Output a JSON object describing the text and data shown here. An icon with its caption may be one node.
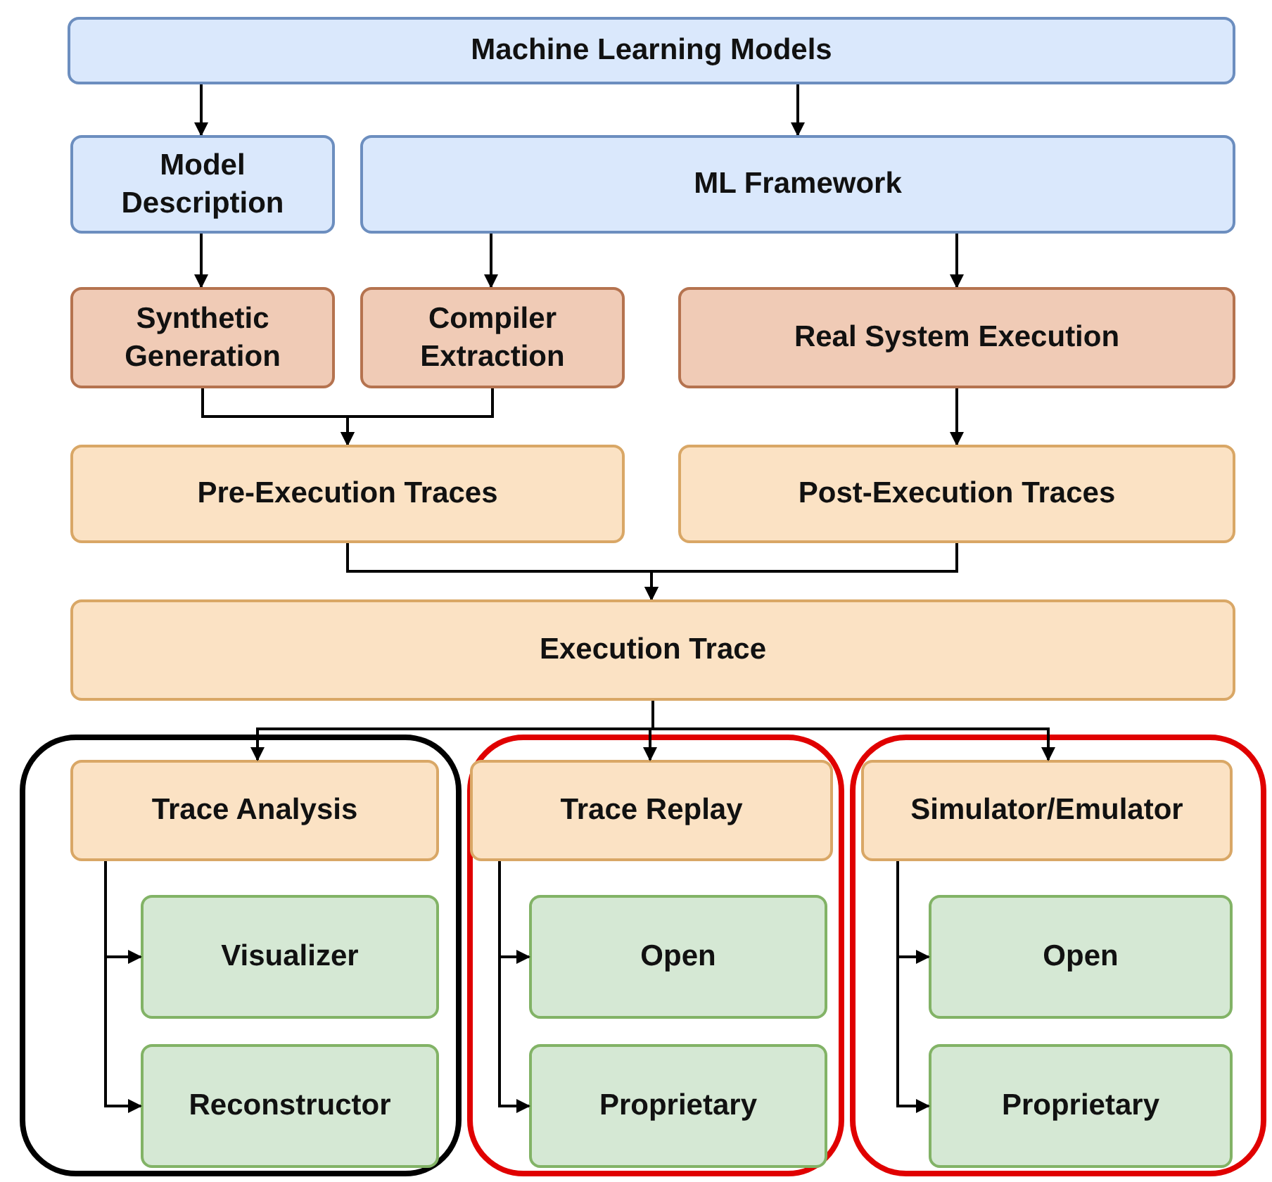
{
  "diagram": {
    "nodes": [
      {
        "text": [
          "Machine Learning Models"
        ]
      },
      {
        "text": [
          "Model Description"
        ]
      },
      {
        "text": [
          "ML Framework"
        ]
      },
      {
        "text": [
          "Synthetic Generation"
        ]
      },
      {
        "text": [
          "Compiler Extraction"
        ]
      },
      {
        "text": [
          "Real System Execution"
        ]
      },
      {
        "text": [
          "Pre-Execution Traces"
        ]
      },
      {
        "text": [
          "Post-Execution Traces"
        ]
      },
      {
        "text": [
          "Execution Trace"
        ]
      },
      {
        "text": [],
        "shape": "box"
      },
      {
        "text": [
          "Trace Analysis"
        ],
        "in": 9
      },
      {
        "text": [
          "Visualizer"
        ],
        "in": 9
      },
      {
        "text": [
          "Reconstructor"
        ],
        "in": 9
      },
      {
        "text": [],
        "shape": "box"
      },
      {
        "text": [
          "Trace Replay"
        ],
        "in": 13
      },
      {
        "text": [
          "Open"
        ],
        "in": 13
      },
      {
        "text": [
          "Proprietary"
        ],
        "in": 13
      },
      {
        "text": [],
        "shape": "box"
      },
      {
        "text": [
          "Simulator/Emulator"
        ],
        "in": 17
      },
      {
        "text": [
          "Open"
        ],
        "in": 17
      },
      {
        "text": [
          "Proprietary"
        ],
        "in": 17
      }
    ],
    "edges": [
      {
        "from": 0,
        "to": 1,
        "arrow": "to"
      },
      {
        "from": 0,
        "to": 2,
        "arrow": "to"
      },
      {
        "from": 1,
        "to": 3,
        "arrow": "to"
      },
      {
        "from": 2,
        "to": 4,
        "arrow": "to"
      },
      {
        "from": 2,
        "to": 5,
        "arrow": "to"
      },
      {
        "from": 3,
        "to": 6,
        "arrow": "to"
      },
      {
        "from": 4,
        "to": 6,
        "arrow": "to"
      },
      {
        "from": 5,
        "to": 7,
        "arrow": "to"
      },
      {
        "from": 6,
        "to": 8,
        "arrow": "to"
      },
      {
        "from": 7,
        "to": 8,
        "arrow": "to"
      },
      {
        "from": 8,
        "to": 10,
        "arrow": "to"
      },
      {
        "from": 8,
        "to": 14,
        "arrow": "to"
      },
      {
        "from": 8,
        "to": 18,
        "arrow": "to"
      },
      {
        "from": 10,
        "to": 11,
        "arrow": "to"
      },
      {
        "from": 10,
        "to": 12,
        "arrow": "to"
      },
      {
        "from": 14,
        "to": 15,
        "arrow": "to"
      },
      {
        "from": 14,
        "to": 16,
        "arrow": "to"
      },
      {
        "from": 18,
        "to": 19,
        "arrow": "to"
      },
      {
        "from": 18,
        "to": 20,
        "arrow": "to"
      }
    ]
  }
}
